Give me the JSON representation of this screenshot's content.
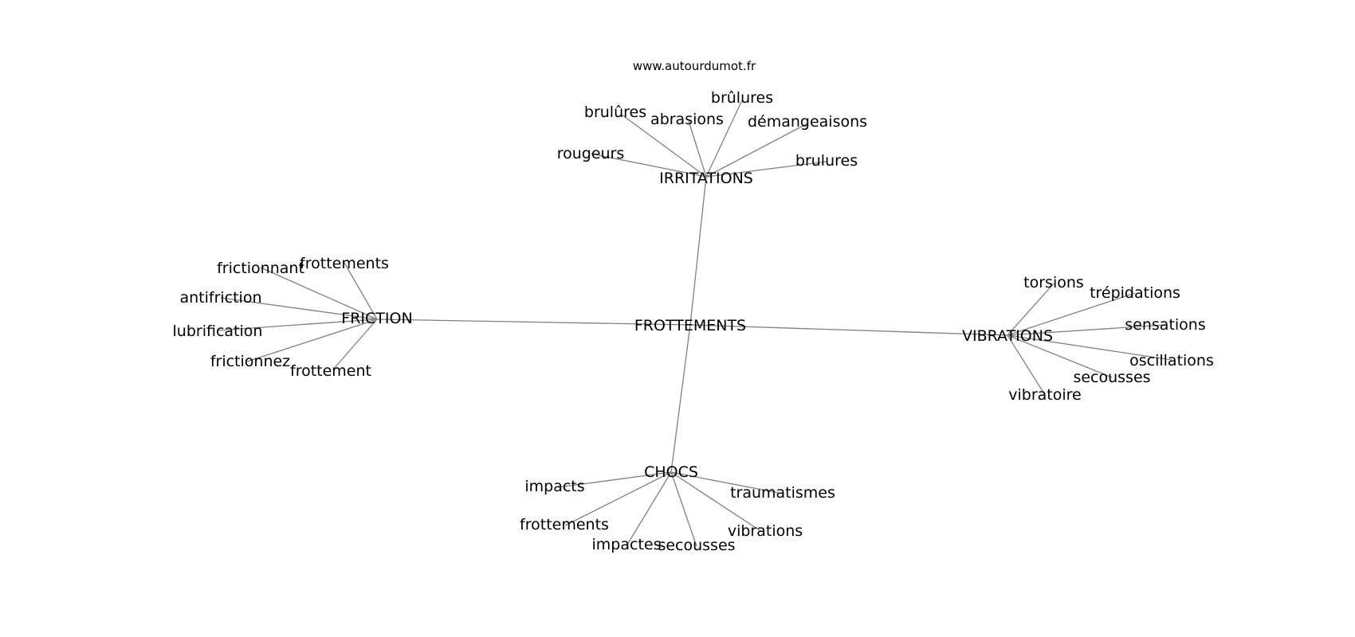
{
  "source": "www.autourdumot.fr",
  "center": "FROTTEMENTS",
  "clusters": {
    "irritations": {
      "label": "IRRITATIONS",
      "words": [
        "brulûres",
        "abrasions",
        "brûlures",
        "démangeaisons",
        "rougeurs",
        "brulures"
      ]
    },
    "friction": {
      "label": "FRICTION",
      "words": [
        "frictionnant",
        "frottements",
        "antifriction",
        "lubrification",
        "frictionnez",
        "frottement"
      ]
    },
    "vibrations": {
      "label": "VIBRATIONS",
      "words": [
        "torsions",
        "trépidations",
        "sensations",
        "oscillations",
        "secousses",
        "vibratoire"
      ]
    },
    "chocs": {
      "label": "CHOCS",
      "words": [
        "impacts",
        "traumatismes",
        "frottements",
        "vibrations",
        "impactes",
        "secousses"
      ]
    }
  },
  "colors": {
    "edge": "#808080",
    "text": "#000000",
    "background": "#ffffff"
  }
}
